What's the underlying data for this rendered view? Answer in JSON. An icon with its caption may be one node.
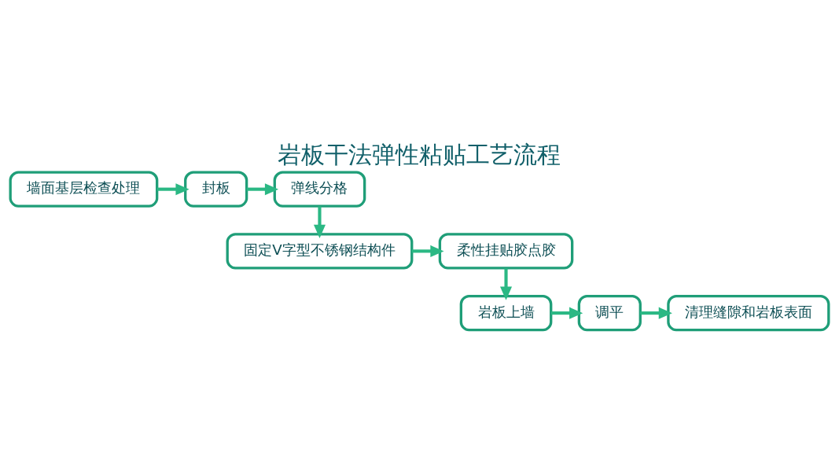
{
  "diagram": {
    "title": "岩板干法弹性粘贴工艺流程",
    "nodes": [
      {
        "text": [
          "墙面基层检查处理"
        ]
      },
      {
        "text": [
          "封板"
        ]
      },
      {
        "text": [
          "弹线分格"
        ]
      },
      {
        "text": [
          "固定V字型不锈钢结构件"
        ]
      },
      {
        "text": [
          "柔性挂贴胶点胶"
        ]
      },
      {
        "text": [
          "岩板上墙"
        ]
      },
      {
        "text": [
          "调平"
        ]
      },
      {
        "text": [
          "清理缝隙和岩板表面"
        ]
      }
    ],
    "edges": [
      {
        "from": 0,
        "to": 1,
        "arrow": "to"
      },
      {
        "from": 1,
        "to": 2,
        "arrow": "to"
      },
      {
        "from": 2,
        "to": 3,
        "arrow": "to"
      },
      {
        "from": 3,
        "to": 4,
        "arrow": "to"
      },
      {
        "from": 4,
        "to": 5,
        "arrow": "to"
      },
      {
        "from": 5,
        "to": 6,
        "arrow": "to"
      },
      {
        "from": 6,
        "to": 7,
        "arrow": "to"
      }
    ]
  }
}
